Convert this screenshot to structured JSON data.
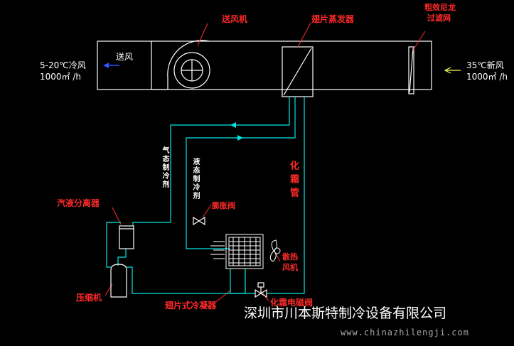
{
  "labels": {
    "supply_fan": "送风机",
    "fin_evaporator": "翅片蒸发器",
    "filter_line1": "粗效尼龙",
    "filter_line2": "过滤网",
    "supply_air": "送风",
    "cold_air_temp": "5-20℃冷风",
    "cold_air_flow": "1000㎡ /h",
    "fresh_air_temp": "35℃新风",
    "fresh_air_flow": "1000㎡ /h",
    "gas_refrigerant": "气态制冷剂",
    "liquid_refrigerant": "液态制冷剂",
    "defrost_pipe": "化霜管",
    "separator": "汽液分离器",
    "expansion_valve": "膨胀阀",
    "cooling_fan_line1": "散热",
    "cooling_fan_line2": "风机",
    "compressor": "压缩机",
    "condenser": "翅片式冷凝器",
    "solenoid_valve": "化霜电磁阀"
  },
  "company": "深圳市川本斯特制冷设备有限公司",
  "website": "www.chinazhilengji.com",
  "colors": {
    "background": "#000000",
    "outline": "#ffffff",
    "pipe": "#00e5e5",
    "label_red": "#ff2a2a",
    "arrow_blue": "#3355ff",
    "arrow_yellow": "#ffff66"
  }
}
